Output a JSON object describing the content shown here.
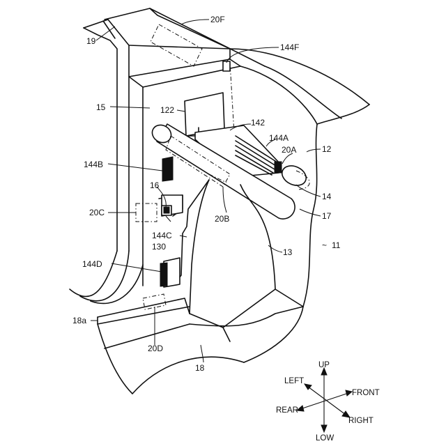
{
  "labels": {
    "l20F": "20F",
    "l144F": "144F",
    "l19": "19",
    "l15": "15",
    "l122": "122",
    "l142": "142",
    "l144A": "144A",
    "l20A": "20A",
    "l12": "12",
    "l144B": "144B",
    "l16": "16",
    "l14": "14",
    "l20C": "20C",
    "l20B": "20B",
    "l17": "17",
    "l144C": "144C",
    "l130": "130",
    "l13": "13",
    "l11": "11",
    "l144D": "144D",
    "l18a": "18a",
    "l20D": "20D",
    "l18": "18"
  },
  "directions": {
    "up": "UP",
    "low": "LOW",
    "left": "LEFT",
    "front": "FRONT",
    "rear": "REAR",
    "right": "RIGHT"
  }
}
